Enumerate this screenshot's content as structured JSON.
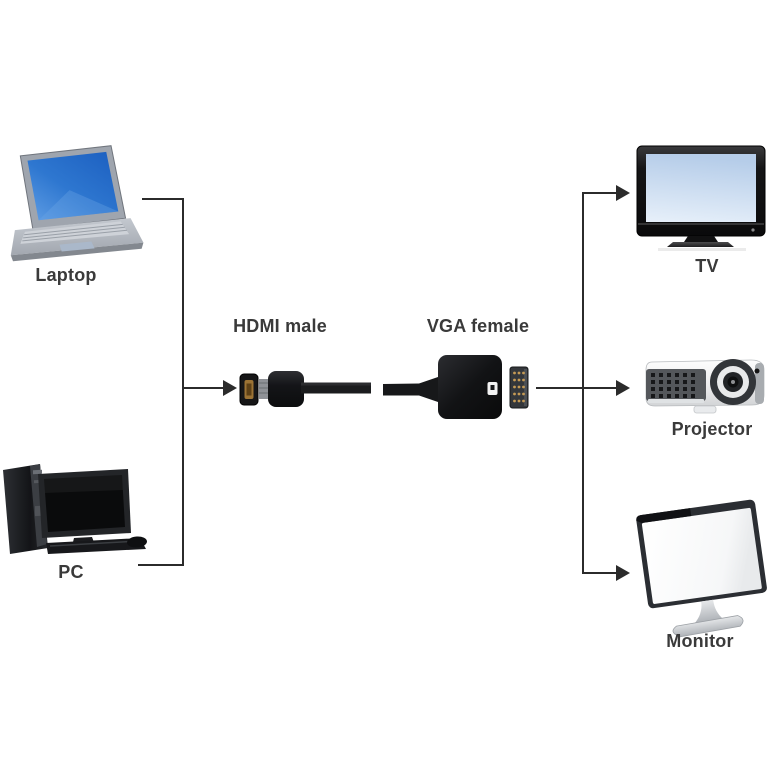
{
  "diagram": {
    "type": "connection-diagram",
    "labels": {
      "laptop": "Laptop",
      "pc": "PC",
      "hdmi_male": "HDMI male",
      "vga_female": "VGA female",
      "tv": "TV",
      "projector": "Projector",
      "monitor": "Monitor"
    },
    "icons": {
      "laptop": "laptop-icon",
      "pc": "desktop-pc-icon",
      "hdmi_connector": "hdmi-male-connector-icon",
      "adapter": "hdmi-to-vga-adapter-icon",
      "vga_port": "vga-female-port-icon",
      "tv": "tv-icon",
      "projector": "projector-icon",
      "monitor": "monitor-icon",
      "arrow": "arrow-right-icon"
    },
    "colors": {
      "background": "#ffffff",
      "connector_line": "#2b2b2b",
      "label_text": "#3a3a3a",
      "laptop_screen_blue": "#2e77d0",
      "tv_screen_blue": "#c9dcf0",
      "device_black": "#121214",
      "hdmi_gold": "#9c7334",
      "vga_pin_gold": "#c59a55",
      "projector_grille": "#54575b",
      "silver": "#b3b8c0"
    }
  }
}
